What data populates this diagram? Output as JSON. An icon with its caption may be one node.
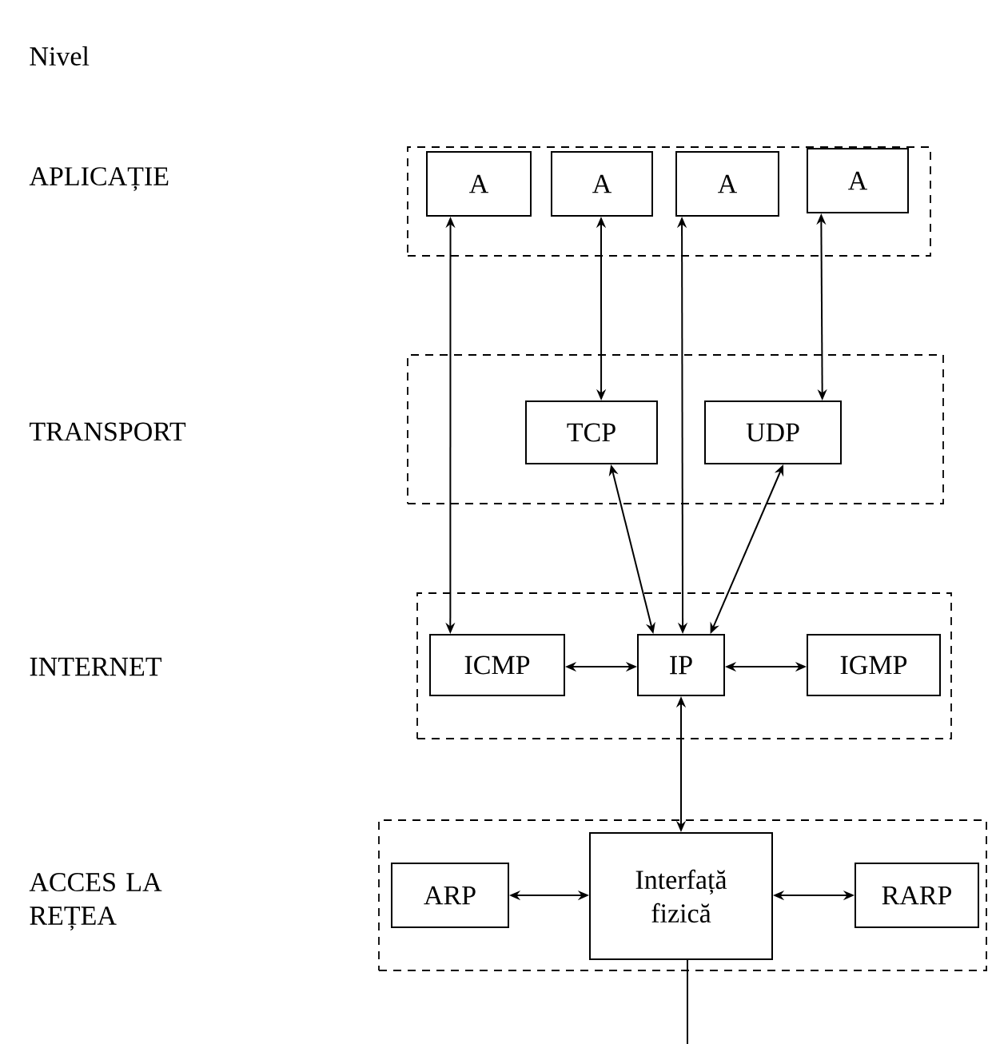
{
  "diagram": {
    "nodes": [
      {
        "text": [],
        "shape": "box"
      },
      {
        "text": [
          "A"
        ],
        "in": 0
      },
      {
        "text": [
          "A"
        ],
        "in": 0
      },
      {
        "text": [
          "A"
        ],
        "in": 0
      },
      {
        "text": [
          "A"
        ],
        "in": 0
      },
      {
        "text": [],
        "shape": "box"
      },
      {
        "text": [
          "TCP"
        ],
        "in": 5
      },
      {
        "text": [
          "UDP"
        ],
        "in": 5
      },
      {
        "text": [],
        "shape": "box"
      },
      {
        "text": [
          "ICMP"
        ],
        "in": 8
      },
      {
        "text": [
          "IP"
        ],
        "in": 8
      },
      {
        "text": [
          "IGMP"
        ],
        "in": 8
      },
      {
        "text": [],
        "shape": "box"
      },
      {
        "text": [
          "ARP"
        ],
        "in": 12
      },
      {
        "text": [
          "Interfață fizică"
        ],
        "in": 12
      },
      {
        "text": [
          "RARP"
        ],
        "in": 12
      }
    ],
    "edges": [
      {
        "from": 1,
        "to": 9,
        "arrow": "both"
      },
      {
        "from": 2,
        "to": 6,
        "arrow": "both"
      },
      {
        "from": 3,
        "to": 10,
        "arrow": "both"
      },
      {
        "from": 4,
        "to": 7,
        "arrow": "both"
      },
      {
        "from": 6,
        "to": 10,
        "arrow": "both"
      },
      {
        "from": 7,
        "to": 10,
        "arrow": "both"
      },
      {
        "from": 9,
        "to": 10,
        "arrow": "both"
      },
      {
        "from": 10,
        "to": 11,
        "arrow": "both"
      },
      {
        "from": 10,
        "to": 14,
        "arrow": "both"
      },
      {
        "from": 13,
        "to": 14,
        "arrow": "both"
      },
      {
        "from": 14,
        "to": 15,
        "arrow": "both"
      },
      {
        "from": 14,
        "to": null,
        "arrow": "none"
      }
    ],
    "labels": [
      "Nivel",
      "APLICAȚIE",
      "TRANSPORT",
      "INTERNET",
      "ACCES LA REȚEA"
    ]
  }
}
